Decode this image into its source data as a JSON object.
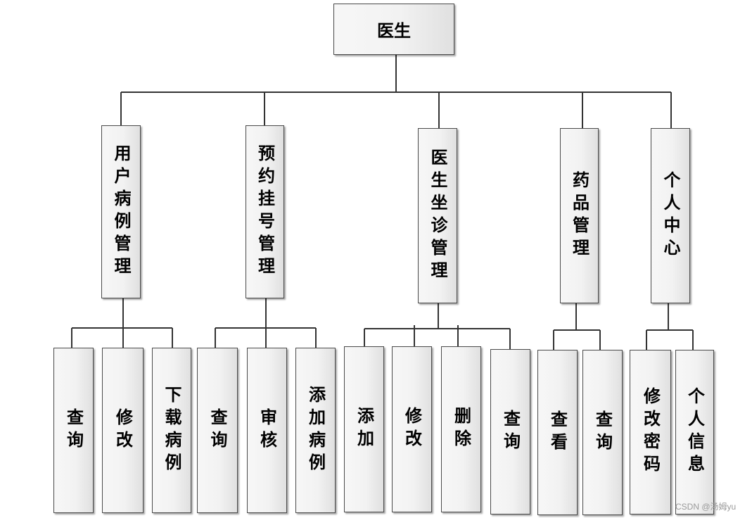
{
  "root": {
    "label": "医生"
  },
  "modules": [
    {
      "label": "用户病例管理",
      "children": [
        "查询",
        "修改",
        "下载病例"
      ]
    },
    {
      "label": "预约挂号管理",
      "children": [
        "查询",
        "审核",
        "添加病例"
      ]
    },
    {
      "label": "医生坐诊管理",
      "children": [
        "添加",
        "修改",
        "删除",
        "查询"
      ]
    },
    {
      "label": "药品管理",
      "children": [
        "查看",
        "查询"
      ]
    },
    {
      "label": "个人中心",
      "children": [
        "修改密码",
        "个人信息"
      ]
    }
  ],
  "watermark": "CSDN @汤姆yu"
}
